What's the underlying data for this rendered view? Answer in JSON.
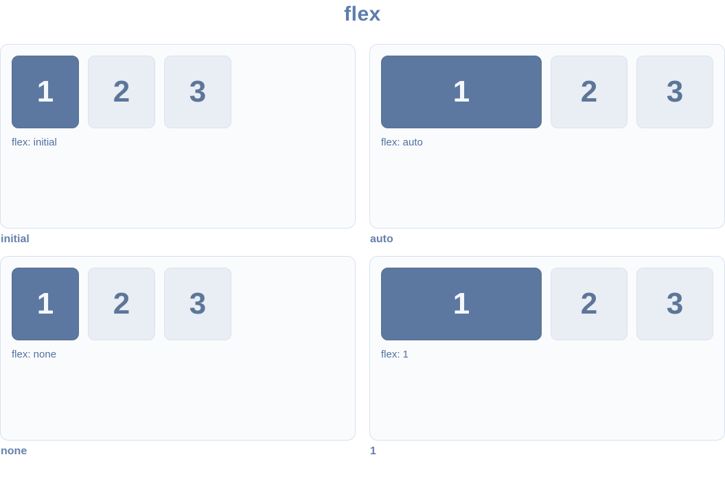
{
  "page": {
    "title": "flex"
  },
  "colors": {
    "title_text": "#5b7cad",
    "accent_item_bg": "#5c78a0",
    "accent_item_text": "#f4f7fb",
    "muted_item_bg": "#e9edf4",
    "muted_item_text": "#5b7698",
    "card_bg": "#fafbfd",
    "card_border": "#d9e0ec",
    "css_label_text": "#51709f",
    "panel_name_text": "#6681ab"
  },
  "panels": [
    {
      "name": "initial",
      "css_label": "flex: initial",
      "boxes": [
        "1",
        "2",
        "3"
      ]
    },
    {
      "name": "auto",
      "css_label": "flex: auto",
      "boxes": [
        "1",
        "2",
        "3"
      ]
    },
    {
      "name": "none",
      "css_label": "flex: none",
      "boxes": [
        "1",
        "2",
        "3"
      ]
    },
    {
      "name": "1",
      "css_label": "flex: 1",
      "boxes": [
        "1",
        "2",
        "3"
      ]
    }
  ]
}
